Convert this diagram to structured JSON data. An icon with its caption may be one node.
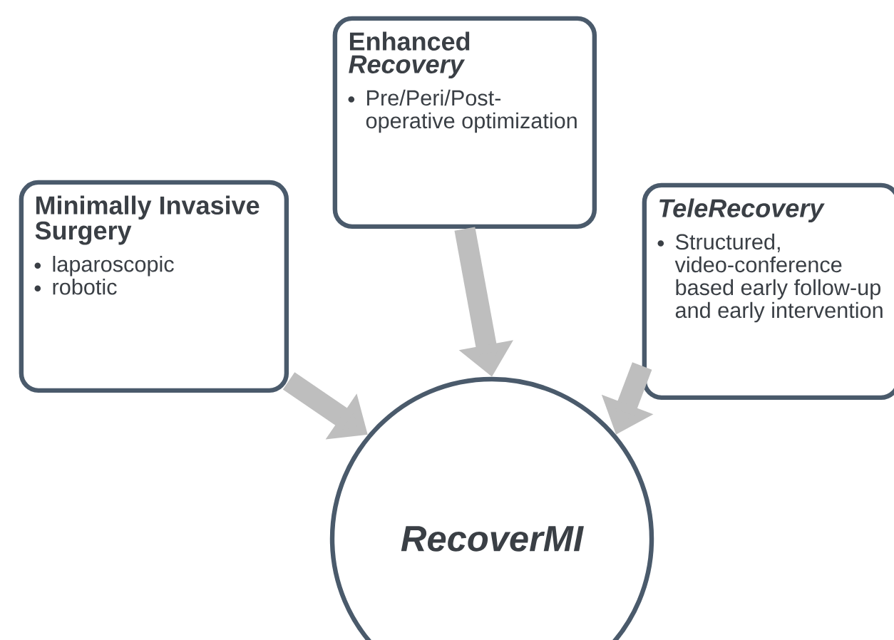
{
  "diagram": {
    "nodes": [
      {
        "text": [
          "Enhanced *Recovery*",
          "Pre/Peri/Post-operative optimization"
        ]
      },
      {
        "text": [
          "Minimally Invasive Surgery",
          "laparoscopic",
          "robotic"
        ]
      },
      {
        "text": [
          "TeleRecovery",
          "Structured, video-conference based early follow-up and early intervention"
        ]
      },
      {
        "text": [
          "RecoverMI"
        ]
      }
    ],
    "edges": [
      {
        "from": 1,
        "to": 3,
        "arrow": "to"
      },
      {
        "from": 0,
        "to": 3,
        "arrow": "to"
      },
      {
        "from": 2,
        "to": 3,
        "arrow": "to"
      }
    ]
  }
}
